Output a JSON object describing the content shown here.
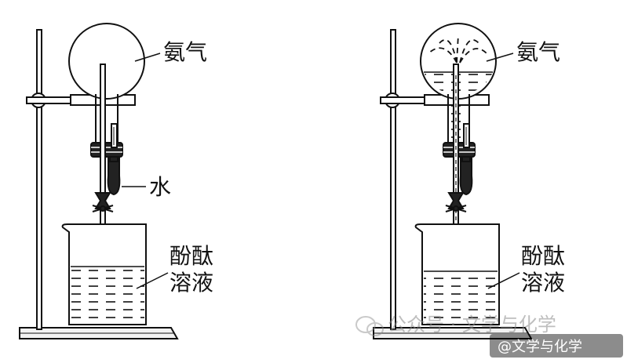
{
  "left": {
    "gas_label": "氨气",
    "water_label": "水",
    "solution_label_line1": "酚酞",
    "solution_label_line2": "溶液"
  },
  "right": {
    "gas_label": "氨气",
    "solution_label_line1": "酚酞",
    "solution_label_line2": "溶液"
  },
  "watermark": {
    "faded_text": "公众号 · 文学与化学",
    "badge_text": "@文学与化学"
  }
}
